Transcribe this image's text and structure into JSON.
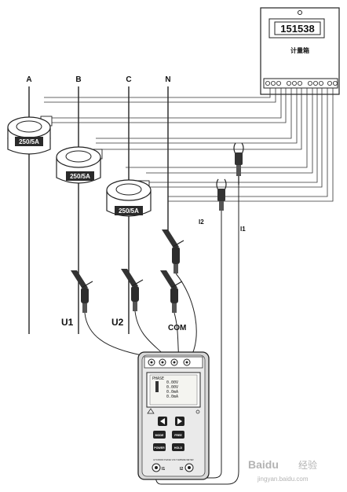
{
  "meter": {
    "reading": "151538",
    "name": "计量箱"
  },
  "phases": {
    "a": "A",
    "b": "B",
    "c": "C",
    "n": "N"
  },
  "ct_rating": "250/5A",
  "probe_labels": {
    "u1": "U1",
    "u2": "U2",
    "com": "COM"
  },
  "clamp_labels": {
    "i1": "I1",
    "i2": "I2"
  },
  "instrument": {
    "screen_header": "PHASE",
    "screen_lines": [
      "0.00V",
      "0.00V",
      "0.0mA",
      "0.0mA"
    ],
    "buttons": [
      "MODE",
      "FREE",
      "POWER",
      "HOLD"
    ],
    "model_text": "ETCR3000 PHASE VOLT AMPERE METER",
    "jack_i1": "I1",
    "jack_i2": "I2"
  },
  "watermark": {
    "brand": "Baidu",
    "cn": "经验",
    "url": "jingyan.baidu.com"
  }
}
